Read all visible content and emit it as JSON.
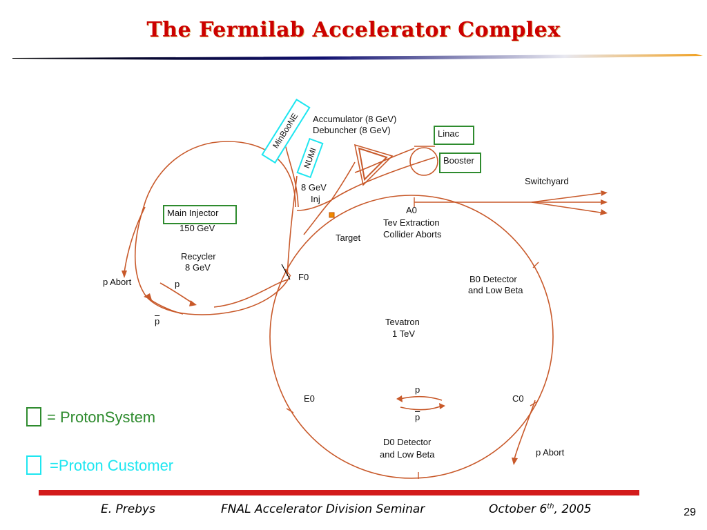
{
  "slide": {
    "title": "The Fermilab Accelerator Complex",
    "page_number": "29"
  },
  "diagram": {
    "labels": {
      "accumulator": "Accumulator (8 GeV)",
      "debuncher": "Debuncher (8 GeV)",
      "switchyard": "Switchyard",
      "inj_energy": "8 GeV",
      "inj": "Inj",
      "a0": "A0",
      "tev_extraction": "Tev Extraction",
      "collider_aborts": "Collider Aborts",
      "target": "Target",
      "main_injector_energy": "150 GeV",
      "recycler": "Recycler",
      "recycler_energy": "8 GeV",
      "p_abort_left": "p Abort",
      "p_left": "p",
      "pbar_left": "p",
      "f0": "F0",
      "b0_detector": "B0 Detector",
      "b0_low_beta": "and Low Beta",
      "tevatron": "Tevatron",
      "tevatron_energy": "1 TeV",
      "e0": "E0",
      "c0": "C0",
      "p_center": "p",
      "pbar_center": "p",
      "d0_detector": "D0 Detector",
      "d0_low_beta": "and Low Beta",
      "p_abort_right": "p Abort"
    },
    "proton_system_boxes": {
      "linac": "Linac",
      "booster": "Booster",
      "main_injector": "Main Injector"
    },
    "proton_customer_boxes": {
      "miniboone": "MinBooNE",
      "numi": "NUMI"
    }
  },
  "legend": {
    "proton_system": "= ProtonSystem",
    "proton_customer": "=Proton Customer"
  },
  "footer": {
    "author": "E. Prebys",
    "seminar": "FNAL Accelerator Division Seminar",
    "date_prefix": "October 6",
    "date_sup": "th",
    "date_suffix": ", 2005"
  },
  "colors": {
    "title": "#cc0000",
    "beamline": "#c8592a",
    "proton_system_border": "#2e8b2e",
    "proton_customer_border": "#1ee6f0",
    "footer_bar": "#d31b1b"
  }
}
